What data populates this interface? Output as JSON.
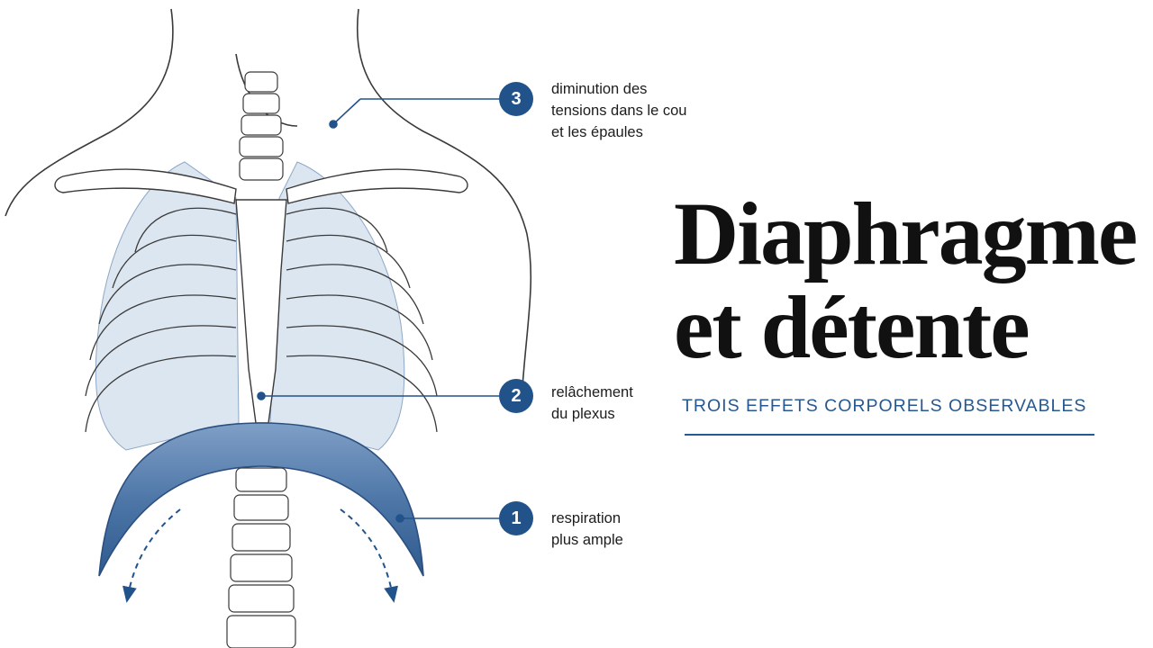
{
  "title": {
    "line1": "Diaphragme",
    "line2": "et détente"
  },
  "subtitle": "TROIS EFFETS CORPORELS OBSERVABLES",
  "callouts": [
    {
      "number": "3",
      "lines": [
        "diminution des",
        "tensions dans le cou",
        "et les épaules"
      ]
    },
    {
      "number": "2",
      "lines": [
        "relâchement",
        "du plexus"
      ]
    },
    {
      "number": "1",
      "lines": [
        "respiration",
        "plus ample"
      ]
    }
  ],
  "colors": {
    "accent": "#22528a",
    "diaphragm": "#4e77a8",
    "lung": "#dce6f1",
    "ink": "#3a3a3a"
  }
}
